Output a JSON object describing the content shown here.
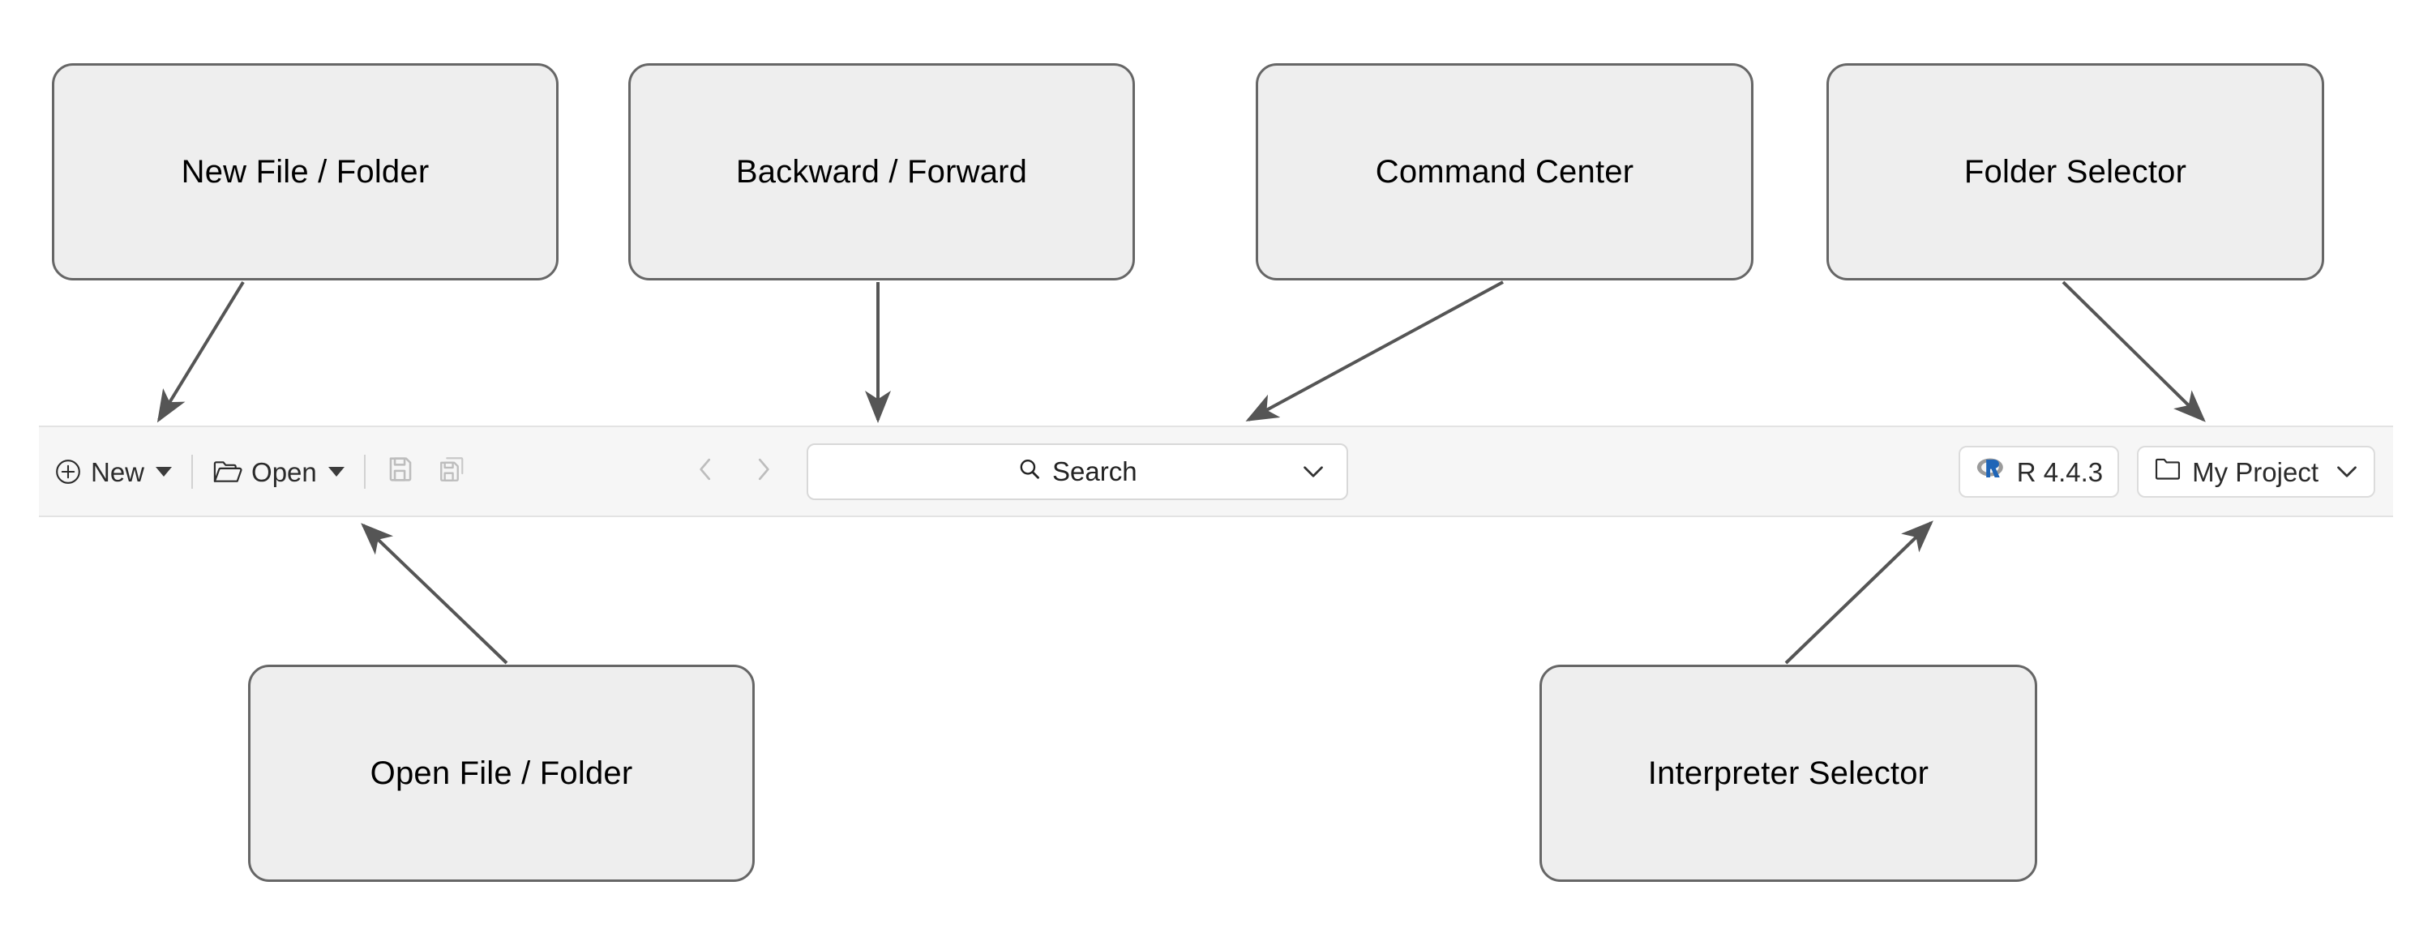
{
  "callouts": [
    {
      "id": "new-file",
      "label": "New File / Folder"
    },
    {
      "id": "backnav",
      "label": "Backward / Forward"
    },
    {
      "id": "command",
      "label": "Command Center"
    },
    {
      "id": "folder",
      "label": "Folder Selector"
    },
    {
      "id": "open-file",
      "label": "Open File / Folder"
    },
    {
      "id": "interpreter",
      "label": "Interpreter Selector"
    }
  ],
  "toolbar": {
    "new_button": {
      "label": "New",
      "icon": "plus-circle-icon",
      "has_dropdown": true
    },
    "open_button": {
      "label": "Open",
      "icon": "open-folder-icon",
      "has_dropdown": true
    },
    "save_button": {
      "icon": "save-icon",
      "enabled": false
    },
    "save_all_button": {
      "icon": "save-all-icon",
      "enabled": false
    },
    "navigate_back": {
      "icon": "chevron-left-icon",
      "enabled": false
    },
    "navigate_forward": {
      "icon": "chevron-right-icon",
      "enabled": false
    },
    "search": {
      "placeholder": "Search",
      "icon": "search-icon",
      "chevron": "chevron-down-icon"
    },
    "interpreter": {
      "label": "R 4.4.3",
      "icon": "r-logo-icon"
    },
    "project": {
      "label": "My Project",
      "icon": "folder-icon",
      "chevron": "chevron-down-icon"
    }
  },
  "colors": {
    "callout_fill": "#eeeeee",
    "callout_border": "#666666",
    "toolbar_bg": "#f6f6f6",
    "arrow": "#555555",
    "r_logo_blue": "#1f65b7",
    "r_logo_grey": "#9b9b9b",
    "disabled_icon": "#bdbdbd"
  }
}
